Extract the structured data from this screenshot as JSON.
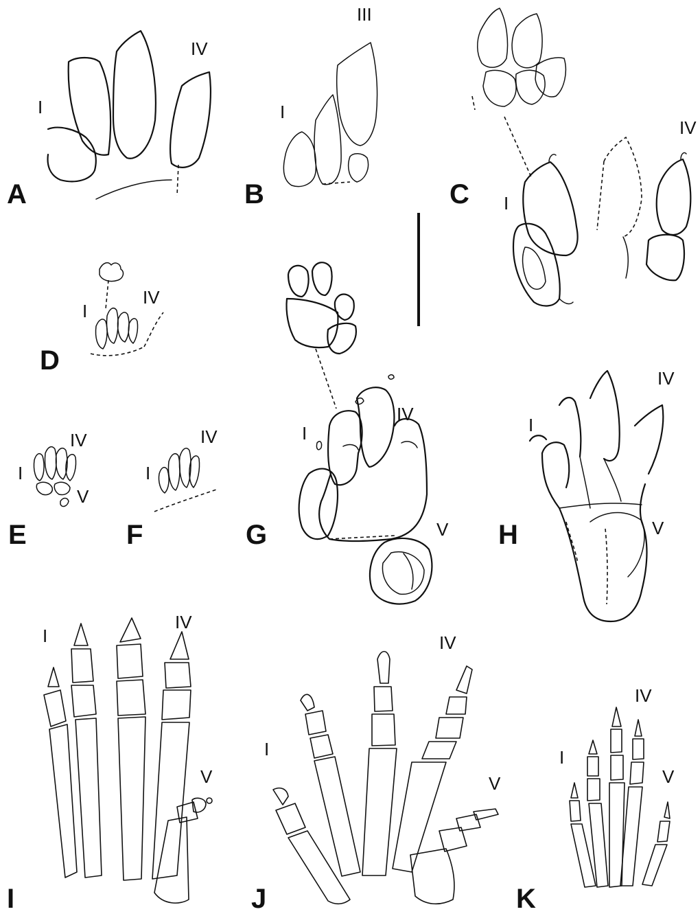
{
  "panels": [
    {
      "id": "A",
      "label": "A",
      "digits": [
        "I",
        "IV"
      ]
    },
    {
      "id": "B",
      "label": "B",
      "digits": [
        "I",
        "III"
      ]
    },
    {
      "id": "C",
      "label": "C",
      "digits": [
        "I",
        "IV"
      ]
    },
    {
      "id": "D",
      "label": "D",
      "digits": [
        "I",
        "IV"
      ]
    },
    {
      "id": "E",
      "label": "E",
      "digits": [
        "I",
        "IV",
        "V"
      ]
    },
    {
      "id": "F",
      "label": "F",
      "digits": [
        "I",
        "IV"
      ]
    },
    {
      "id": "G",
      "label": "G",
      "digits": [
        "I",
        "IV",
        "V"
      ]
    },
    {
      "id": "H",
      "label": "H",
      "digits": [
        "I",
        "IV",
        "V"
      ]
    },
    {
      "id": "I",
      "label": "I",
      "digits": [
        "I",
        "IV",
        "V"
      ]
    },
    {
      "id": "J",
      "label": "J",
      "digits": [
        "I",
        "IV",
        "V"
      ]
    },
    {
      "id": "K",
      "label": "K",
      "digits": [
        "I",
        "IV",
        "V"
      ]
    }
  ]
}
